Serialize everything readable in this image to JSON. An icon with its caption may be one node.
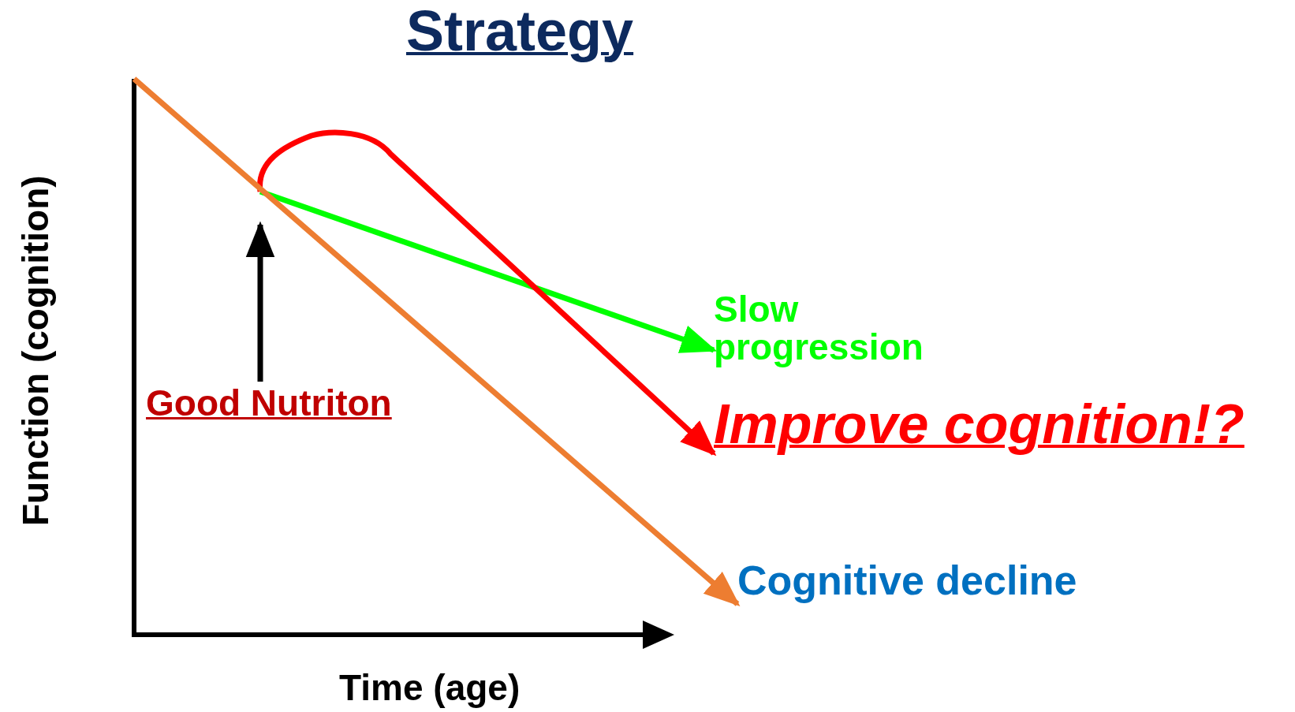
{
  "diagram": {
    "title": "Strategy",
    "nodes": [
      {
        "text": [
          "Good Nutriton"
        ]
      },
      {
        "text": [
          "Slow progression"
        ]
      },
      {
        "text": [
          "Improve cognition!?"
        ]
      },
      {
        "text": [
          "Cognitive decline"
        ]
      }
    ],
    "edges": [
      {
        "from": 0,
        "to": null,
        "arrow": "to",
        "color": "#000000"
      },
      {
        "from": null,
        "to": 1,
        "arrow": "to",
        "color": "#00ff00"
      },
      {
        "from": null,
        "to": 2,
        "arrow": "to",
        "color": "#ff0000"
      },
      {
        "from": null,
        "to": 3,
        "arrow": "to",
        "color": "#ed7d31"
      }
    ],
    "labels": [
      "Function (cognition)",
      "Time (age)"
    ]
  }
}
